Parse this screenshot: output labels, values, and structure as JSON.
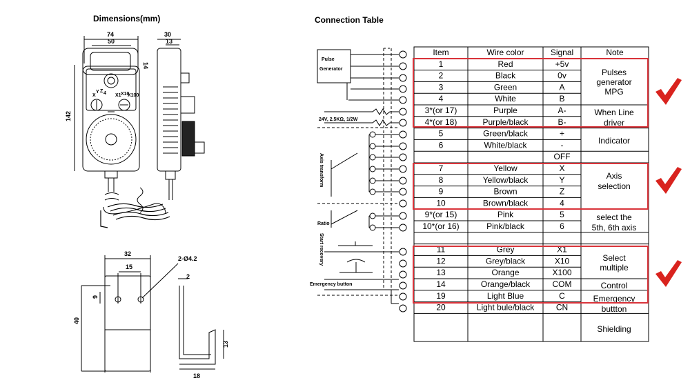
{
  "dimensions": {
    "title": "Dimensions(mm)",
    "labels": {
      "w74": "74",
      "w50": "50",
      "h14": "14",
      "w30": "30",
      "w13": "13",
      "h142": "142",
      "w32": "32",
      "w15": "15",
      "hole": "2-Ø4.2",
      "t2": "2",
      "h9": "9",
      "h40": "40",
      "h13": "13",
      "w18": "18"
    },
    "dial_labels": {
      "x": "X",
      "y": "Y",
      "z": "Z",
      "n4": "4",
      "x1": "X1",
      "x10": "X10",
      "x100": "X100"
    }
  },
  "connection": {
    "title": "Connection Table",
    "headers": [
      "Item",
      "Wire color",
      "Signal",
      "Note"
    ],
    "rows": [
      {
        "item": "1",
        "color": "Red",
        "signal": "+5v"
      },
      {
        "item": "2",
        "color": "Black",
        "signal": "0v"
      },
      {
        "item": "3",
        "color": "Green",
        "signal": "A"
      },
      {
        "item": "4",
        "color": "White",
        "signal": "B"
      },
      {
        "item": "3*(or 17)",
        "color": "Purple",
        "signal": "A-"
      },
      {
        "item": "4*(or 18)",
        "color": "Purple/black",
        "signal": "B-"
      },
      {
        "item": "5",
        "color": "Green/black",
        "signal": "+"
      },
      {
        "item": "6",
        "color": "White/black",
        "signal": "-"
      },
      {
        "item": "",
        "color": "",
        "signal": "OFF"
      },
      {
        "item": "7",
        "color": "Yellow",
        "signal": "X"
      },
      {
        "item": "8",
        "color": "Yellow/black",
        "signal": "Y"
      },
      {
        "item": "9",
        "color": "Brown",
        "signal": "Z"
      },
      {
        "item": "10",
        "color": "Brown/black",
        "signal": "4"
      },
      {
        "item": "9*(or 15)",
        "color": "Pink",
        "signal": "5"
      },
      {
        "item": "10*(or 16)",
        "color": "Pink/black",
        "signal": "6"
      },
      {
        "item": "",
        "color": "",
        "signal": ""
      },
      {
        "item": "11",
        "color": "Grey",
        "signal": "X1"
      },
      {
        "item": "12",
        "color": "Grey/black",
        "signal": "X10"
      },
      {
        "item": "13",
        "color": "Orange",
        "signal": "X100"
      },
      {
        "item": "14",
        "color": "Orange/black",
        "signal": "COM"
      },
      {
        "item": "19",
        "color": "Light Blue",
        "signal": "C"
      },
      {
        "item": "20",
        "color": "Light bule/black",
        "signal": "CN"
      }
    ],
    "notes": {
      "pulses": [
        "Pulses",
        "generator",
        "MPG"
      ],
      "line_driver": [
        "When Line",
        "driver"
      ],
      "indicator": "Indicator",
      "axis": [
        "Axis",
        "selection"
      ],
      "fifth_sixth": [
        "select the",
        "5th, 6th axis"
      ],
      "multiple": [
        "Select",
        "multiple"
      ],
      "control": "Control",
      "emergency": "Emergency",
      "emergency2": "buttton",
      "shielding": "Shielding"
    },
    "schematic_labels": {
      "pulse": "Pulse",
      "generator": "Generator",
      "resistor": "24V, 2.5KΩ, 1/2W",
      "axis_transform": "Axis transform",
      "ratio": "Ratio",
      "start_recovery": "Start recovery",
      "emergency_button": "Emergency button"
    }
  },
  "colors": {
    "highlight": "#d9333a",
    "check": "#d9231e"
  }
}
